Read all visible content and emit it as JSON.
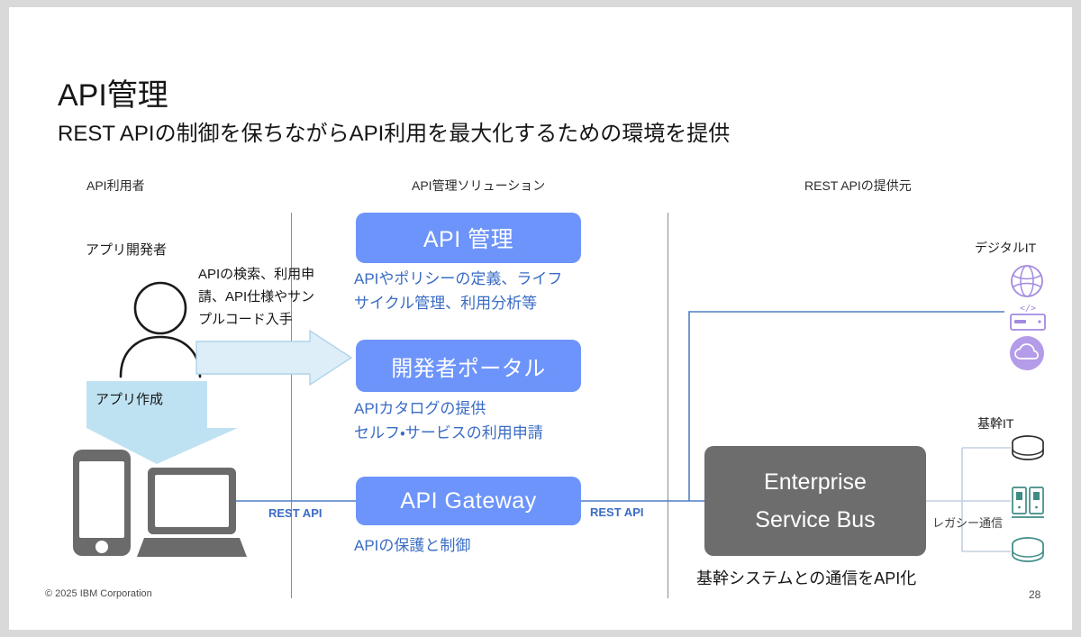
{
  "slide": {
    "title": "API管理",
    "subtitle": "REST APIの制御を保ちながらAPI利用を最大化するための環境を提供",
    "page_number": "28",
    "copyright": "© 2025 IBM Corporation",
    "colors": {
      "box_blue": "#6d94fa",
      "box_gray": "#6d6d6d",
      "caption_blue": "#3a6cc4",
      "arrow_blue": "#d9ecf6",
      "arrow_blue_stroke": "#a9d2e8",
      "band_blue": "#bfe2f2",
      "device_gray": "#6b6b6b",
      "purple": "#a48ae0",
      "teal": "#3f8c86",
      "connector_blue": "#4f7fc4",
      "divider_gray": "#8d8d8d"
    }
  },
  "columns": [
    {
      "label": "API利用者"
    },
    {
      "label": "API管理ソリューション"
    },
    {
      "label": "REST APIの提供元"
    }
  ],
  "consumer": {
    "persona_label": "アプリ開発者",
    "persona_icon": "person-icon",
    "flow_text": "APIの検索、利用申請、API仕様やサンプルコード入手",
    "right_arrow_icon": "arrow-right-icon",
    "build_arrow_label": "アプリ作成",
    "build_arrow_icon": "arrow-down-icon",
    "devices": [
      {
        "icon": "smartphone-icon",
        "name": "smartphone"
      },
      {
        "icon": "laptop-icon",
        "name": "laptop"
      }
    ]
  },
  "solution": {
    "boxes": [
      {
        "label": "API 管理",
        "caption": "APIやポリシーの定義、ライフ\nサイクル管理、利用分析等"
      },
      {
        "label": "開発者ポータル",
        "caption": "APIカタログの提供\nセルフ・サービスの利用申請"
      },
      {
        "label": "API Gateway",
        "caption": "APIの保護と制御"
      }
    ]
  },
  "provider": {
    "esb": {
      "label_line1": "Enterprise",
      "label_line2": "Service Bus",
      "caption": "基幹システムとの通信をAPI化"
    },
    "digital_it": {
      "label": "デジタルIT",
      "icons": [
        {
          "icon": "globe-icon",
          "name": "globe"
        },
        {
          "icon": "code-server-icon",
          "name": "code-server"
        },
        {
          "icon": "cloud-icon",
          "name": "cloud"
        }
      ]
    },
    "core_it": {
      "label": "基幹IT",
      "icons": [
        {
          "icon": "database-icon",
          "name": "database-top"
        },
        {
          "icon": "server-rack-icon",
          "name": "server-rack"
        },
        {
          "icon": "database-icon",
          "name": "database-bottom"
        }
      ]
    }
  },
  "connectors": {
    "rest_api_left": "REST API",
    "rest_api_right": "REST API",
    "legacy": "レガシー通信"
  }
}
